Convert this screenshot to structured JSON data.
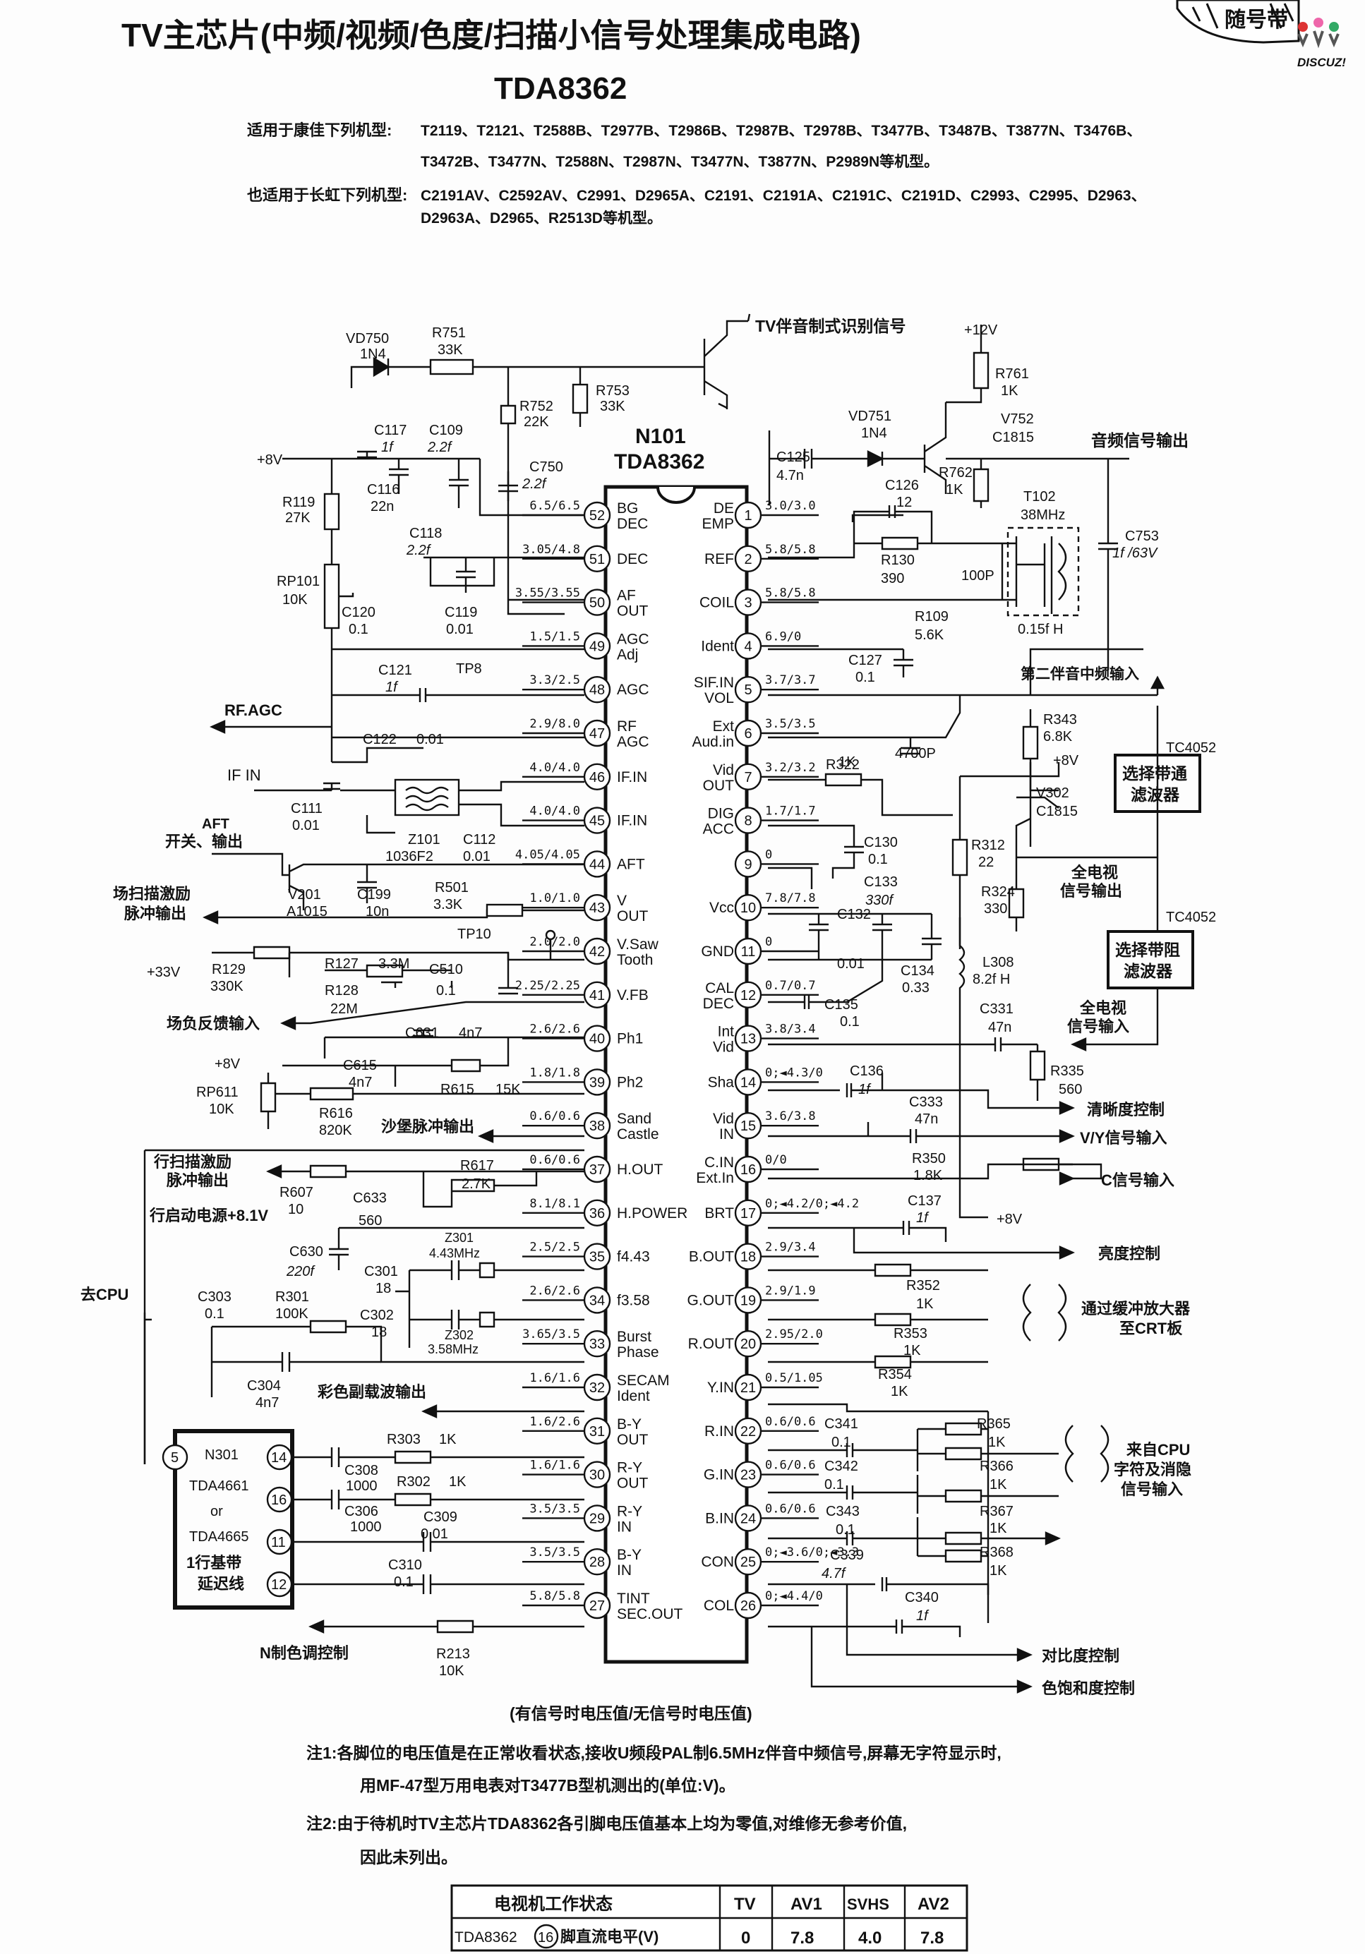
{
  "header": {
    "title": "TV主芯片(中频/视频/色度/扫描小信号处理集成电路)",
    "subtitle": "TDA8362",
    "konka_label": "适用于康佳下列机型:",
    "konka_models_1": "T2119、T2121、T2588B、T2977B、T2986B、T2987B、T2978B、T3477B、T3487B、T3877N、T3476B、",
    "konka_models_2": "T3472B、T3477N、T2588N、T2987N、T3477N、T3877N、P2989N等机型。",
    "changhong_label": "也适用于长虹下列机型:",
    "changhong_models_1": "C2191AV、C2592AV、C2991、D2965A、C2191、C2191A、C2191C、C2191D、C2993、C2995、D2963、",
    "changhong_models_2": "D2963A、D2965、R2513D等机型。",
    "corner_stamp": "随号带",
    "watermark": "DISCUZ!"
  },
  "chip": {
    "ref": "N101",
    "name": "TDA8362"
  },
  "pins_left": [
    {
      "num": "52",
      "name1": "BG",
      "name2": "DEC",
      "v": "6.5/6.5"
    },
    {
      "num": "51",
      "name1": "DEC",
      "name2": "",
      "v": "3.05/4.8"
    },
    {
      "num": "50",
      "name1": "AF",
      "name2": "OUT",
      "v": "3.55/3.55"
    },
    {
      "num": "49",
      "name1": "AGC",
      "name2": "Adj",
      "v": "1.5/1.5"
    },
    {
      "num": "48",
      "name1": "AGC",
      "name2": "",
      "v": "3.3/2.5"
    },
    {
      "num": "47",
      "name1": "RF",
      "name2": "AGC",
      "v": "2.9/8.0"
    },
    {
      "num": "46",
      "name1": "IF.IN",
      "name2": "",
      "v": "4.0/4.0"
    },
    {
      "num": "45",
      "name1": "IF.IN",
      "name2": "",
      "v": "4.0/4.0"
    },
    {
      "num": "44",
      "name1": "AFT",
      "name2": "",
      "v": "4.05/4.05"
    },
    {
      "num": "43",
      "name1": "V",
      "name2": "OUT",
      "v": "1.0/1.0"
    },
    {
      "num": "42",
      "name1": "V.Saw",
      "name2": "Tooth",
      "v": "2.0/2.0"
    },
    {
      "num": "41",
      "name1": "V.FB",
      "name2": "",
      "v": "2.25/2.25"
    },
    {
      "num": "40",
      "name1": "Ph1",
      "name2": "",
      "v": "2.6/2.6"
    },
    {
      "num": "39",
      "name1": "Ph2",
      "name2": "",
      "v": "1.8/1.8"
    },
    {
      "num": "38",
      "name1": "Sand",
      "name2": "Castle",
      "v": "0.6/0.6"
    },
    {
      "num": "37",
      "name1": "H.OUT",
      "name2": "",
      "v": "0.6/0.6"
    },
    {
      "num": "36",
      "name1": "H.POWER",
      "name2": "",
      "v": "8.1/8.1"
    },
    {
      "num": "35",
      "name1": "f4.43",
      "name2": "",
      "v": "2.5/2.5"
    },
    {
      "num": "34",
      "name1": "f3.58",
      "name2": "",
      "v": "2.6/2.6"
    },
    {
      "num": "33",
      "name1": "Burst",
      "name2": "Phase",
      "v": "3.65/3.5"
    },
    {
      "num": "32",
      "name1": "SECAM",
      "name2": "Ident",
      "v": "1.6/1.6"
    },
    {
      "num": "31",
      "name1": "B-Y",
      "name2": "OUT",
      "v": "1.6/2.6"
    },
    {
      "num": "30",
      "name1": "R-Y",
      "name2": "OUT",
      "v": "1.6/1.6"
    },
    {
      "num": "29",
      "name1": "R-Y",
      "name2": "IN",
      "v": "3.5/3.5"
    },
    {
      "num": "28",
      "name1": "B-Y",
      "name2": "IN",
      "v": "3.5/3.5"
    },
    {
      "num": "27",
      "name1": "TINT",
      "name2": "SEC.OUT",
      "v": "5.8/5.8"
    }
  ],
  "pins_right": [
    {
      "num": "1",
      "name1": "DE",
      "name2": "EMP",
      "v": "3.0/3.0"
    },
    {
      "num": "2",
      "name1": "REF",
      "name2": "",
      "v": "5.8/5.8"
    },
    {
      "num": "3",
      "name1": "COIL",
      "name2": "",
      "v": "5.8/5.8"
    },
    {
      "num": "4",
      "name1": "Ident",
      "name2": "",
      "v": "6.9/0"
    },
    {
      "num": "5",
      "name1": "SIF.IN",
      "name2": "VOL",
      "v": "3.7/3.7"
    },
    {
      "num": "6",
      "name1": "Ext",
      "name2": "Aud.in",
      "v": "3.5/3.5"
    },
    {
      "num": "7",
      "name1": "Vid",
      "name2": "OUT",
      "v": "3.2/3.2"
    },
    {
      "num": "8",
      "name1": "DIG",
      "name2": "ACC",
      "v": "1.7/1.7"
    },
    {
      "num": "9",
      "name1": "",
      "name2": "",
      "v": "0"
    },
    {
      "num": "10",
      "name1": "Vcc",
      "name2": "",
      "v": "7.8/7.8"
    },
    {
      "num": "11",
      "name1": "GND",
      "name2": "",
      "v": "0"
    },
    {
      "num": "12",
      "name1": "CAL",
      "name2": "DEC",
      "v": "0.7/0.7"
    },
    {
      "num": "13",
      "name1": "Int",
      "name2": "Vid",
      "v": "3.8/3.4"
    },
    {
      "num": "14",
      "name1": "Sha",
      "name2": "",
      "v": "0;◄4.3/0"
    },
    {
      "num": "15",
      "name1": "Vid",
      "name2": "IN",
      "v": "3.6/3.8"
    },
    {
      "num": "16",
      "name1": "C.IN",
      "name2": "Ext.In",
      "v": "0/0"
    },
    {
      "num": "17",
      "name1": "BRT",
      "name2": "",
      "v": "0;◄4.2/0;◄4.2"
    },
    {
      "num": "18",
      "name1": "B.OUT",
      "name2": "",
      "v": "2.9/3.4"
    },
    {
      "num": "19",
      "name1": "G.OUT",
      "name2": "",
      "v": "2.9/1.9"
    },
    {
      "num": "20",
      "name1": "R.OUT",
      "name2": "",
      "v": "2.95/2.0"
    },
    {
      "num": "21",
      "name1": "Y.IN",
      "name2": "",
      "v": "0.5/1.05"
    },
    {
      "num": "22",
      "name1": "R.IN",
      "name2": "",
      "v": "0.6/0.6"
    },
    {
      "num": "23",
      "name1": "G.IN",
      "name2": "",
      "v": "0.6/0.6"
    },
    {
      "num": "24",
      "name1": "B.IN",
      "name2": "",
      "v": "0.6/0.6"
    },
    {
      "num": "25",
      "name1": "CON",
      "name2": "",
      "v": "0;◄3.6/0;◄3.3"
    },
    {
      "num": "26",
      "name1": "COL",
      "name2": "",
      "v": "0;◄4.4/0"
    }
  ],
  "components": {
    "vd750": "VD750",
    "vd750_type": "1N4",
    "r751": "R751",
    "r751_v": "33K",
    "r753": "R753",
    "r753_v": "33K",
    "r752": "R752",
    "r752_v": "22K",
    "c117": "C117",
    "c117_v": "1f",
    "c109": "C109",
    "c109_v": "2.2f",
    "c750": "C750",
    "c750_v": "2.2f",
    "c116": "C116",
    "c116_v": "22n",
    "r119": "R119",
    "r119_v": "27K",
    "c118": "C118",
    "c118_v": "2.2f",
    "rp101": "RP101",
    "rp101_v": "10K",
    "c119": "C119",
    "c119_v": "0.01",
    "c120": "C120",
    "c120_v": "0.1",
    "c121": "C121",
    "c121_v": "1f",
    "tp8": "TP8",
    "c122": "C122",
    "c122_v": "0.01",
    "c111": "C111",
    "c111_v": "0.01",
    "z101": "Z101",
    "z101_v": "1036F2",
    "c112": "C112",
    "c112_v": "0.01",
    "v201": "V201",
    "v201_v": "A1015",
    "c199": "C199",
    "c199_v": "10n",
    "r501": "R501",
    "r501_v": "3.3K",
    "tp10": "TP10",
    "r129": "R129",
    "r129_v": "330K",
    "r127": "R127",
    "r127_v": "3.3M",
    "c510": "C510",
    "c510_v": "0.1",
    "r128": "R128",
    "r128_v": "22M",
    "c631": "C631",
    "c631_v": "4n7",
    "c615": "C615",
    "c615_v": "4n7",
    "r615": "R615",
    "r615_v": "15K",
    "rp611": "RP611",
    "rp611_v": "10K",
    "r616": "R616",
    "r616_v": "820K",
    "r607": "R607",
    "r607_v": "10",
    "c633": "C633",
    "c633_v": "560",
    "r617": "R617",
    "r617_v": "2.7K",
    "c630": "C630",
    "c630_v": "220f",
    "z301": "Z301",
    "z301_v": "4.43MHz",
    "c301": "C301",
    "c301_v": "18",
    "c302": "C302",
    "c302_v": "18",
    "z302": "Z302",
    "z302_v": "3.58MHz",
    "c303": "C303",
    "c303_v": "0.1",
    "r301": "R301",
    "r301_v": "100K",
    "c304": "C304",
    "c304_v": "4n7",
    "r303": "R303",
    "r303_v": "1K",
    "c308": "C308",
    "c308_v": "1000",
    "r302": "R302",
    "r302_v": "1K",
    "c306": "C306",
    "c306_v": "1000",
    "c309": "C309",
    "c309_v": "0.01",
    "c310": "C310",
    "c310_v": "0.1",
    "r213": "R213",
    "r213_v": "10K",
    "c125": "C125",
    "c125_v": "4.7n",
    "vd751": "VD751",
    "vd751_v": "1N4",
    "r761": "R761",
    "r761_v": "1K",
    "v752": "V752",
    "v752_v": "C1815",
    "r762": "R762",
    "r762_v": "1K",
    "c126": "C126",
    "c126_v": "12",
    "t102": "T102",
    "t102_v": "38MHz",
    "c753": "C753",
    "c753_v": "1f /63V",
    "r130": "R130",
    "r130_v": "390",
    "c100p": "100P",
    "r109": "R109",
    "r109_v": "5.6K",
    "l_015": "0.15f H",
    "c127": "C127",
    "c127_v": "0.1",
    "r343": "R343",
    "r343_v": "6.8K",
    "r322": "R322",
    "r322_v": "1K",
    "c4700p": "4700P",
    "v302": "V302",
    "v302_v": "C1815",
    "r312": "R312",
    "r312_v": "22",
    "r324": "R324",
    "r324_v": "330",
    "c130": "C130",
    "c130_v": "0.1",
    "c133": "C133",
    "c133_v": "330f",
    "c132": "C132",
    "c132_v": "0.01",
    "c134": "C134",
    "c134_v": "0.33",
    "l308": "L308",
    "l308_v": "8.2f H",
    "c135": "C135",
    "c135_v": "0.1",
    "c331": "C331",
    "c331_v": "47n",
    "r335": "R335",
    "r335_v": "560",
    "c136": "C136",
    "c136_v": "1f",
    "c333": "C333",
    "c333_v": "47n",
    "r350": "R350",
    "r350_v": "1.8K",
    "c137": "C137",
    "c137_v": "1f",
    "r352": "R352",
    "r352_v": "1K",
    "r353": "R353",
    "r353_v": "1K",
    "r354": "R354",
    "r354_v": "1K",
    "c341": "C341",
    "c341_v": "0.1",
    "r365": "R365",
    "r365_v": "1K",
    "c342": "C342",
    "c342_v": "0.1",
    "r366": "R366",
    "r366_v": "1K",
    "c343": "C343",
    "c343_v": "0.1",
    "r367": "R367",
    "r367_v": "1K",
    "c339": "C339",
    "c339_v": "4.7f",
    "r368": "R368",
    "r368_v": "1K",
    "c340": "C340",
    "c340_v": "1f",
    "tc4052_a": "TC4052",
    "tc4052_b": "TC4052",
    "n301": "N301",
    "n301_t1": "TDA4661",
    "n301_or": "or",
    "n301_t2": "TDA4665",
    "n301_d1": "1行基带",
    "n301_d2": "延迟线",
    "n301_p5": "5",
    "n301_p14": "14",
    "n301_p16": "16",
    "n301_p11": "11",
    "n301_p12": "12"
  },
  "signals": {
    "plus8v_a": "+8V",
    "plus8v_b": "+8V",
    "plus8v_c": "+8V",
    "plus8v_d": "+8V",
    "plus12v": "+12V",
    "plus33v": "+33V",
    "tv_sound_id": "TV伴音制式识别信号",
    "audio_out": "音频信号输出",
    "rf_agc": "RF.AGC",
    "if_in": "IF IN",
    "aft_switch_1": "AFT",
    "aft_switch_2": "开关、输出",
    "v_drive_1": "场扫描激励",
    "v_drive_2": "脉冲输出",
    "v_fb": "场负反馈输入",
    "sandcastle": "沙堡脉冲输出",
    "h_drive_1": "行扫描激励",
    "h_drive_2": "脉冲输出",
    "h_start": "行启动电源+8.1V",
    "to_cpu": "去CPU",
    "subcarrier": "彩色副载波输出",
    "n_tint": "N制色调控制",
    "sif2": "第二伴音中频输入",
    "bp_filter_1": "选择带通",
    "bp_filter_2": "滤波器",
    "full_tv_out_1": "全电视",
    "full_tv_out_2": "信号输出",
    "bs_filter_1": "选择带阻",
    "bs_filter_2": "滤波器",
    "full_tv_in_1": "全电视",
    "full_tv_in_2": "信号输入",
    "sharpness": "清晰度控制",
    "vy_in": "V/Y信号输入",
    "c_in": "C信号输入",
    "brightness": "亮度控制",
    "buffer_1": "通过缓冲放大器",
    "buffer_2": "至CRT板",
    "cpu_in_1": "来自CPU",
    "cpu_in_2": "字符及消隐",
    "cpu_in_3": "信号输入",
    "contrast": "对比度控制",
    "saturation": "色饱和度控制"
  },
  "notes": {
    "legend": "(有信号时电压值/无信号时电压值)",
    "note1_a": "注1:各脚位的电压值是在正常收看状态,接收U频段PAL制6.5MHz伴音中频信号,屏幕无字符显示时,",
    "note1_b": "用MF-47型万用电表对T3477B型机测出的(单位:V)。",
    "note2_a": "注2:由于待机时TV主芯片TDA8362各引脚电压值基本上均为零值,对维修无参考价值,",
    "note2_b": "因此未列出。"
  },
  "table": {
    "headers": [
      "电视机工作状态",
      "TV",
      "AV1",
      "SVHS",
      "AV2"
    ],
    "row_label_a": "TDA8362",
    "row_label_pin": "16",
    "row_label_b": "脚直流电平(V)",
    "values": [
      "0",
      "7.8",
      "4.0",
      "7.8"
    ]
  }
}
